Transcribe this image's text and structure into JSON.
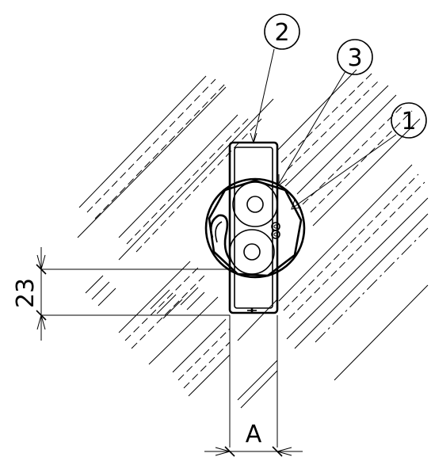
{
  "callouts": [
    {
      "id": "1",
      "text": "1"
    },
    {
      "id": "2",
      "text": "2"
    },
    {
      "id": "3",
      "text": "3"
    }
  ],
  "dimensions": {
    "vertical": "23",
    "horizontal": "A"
  }
}
